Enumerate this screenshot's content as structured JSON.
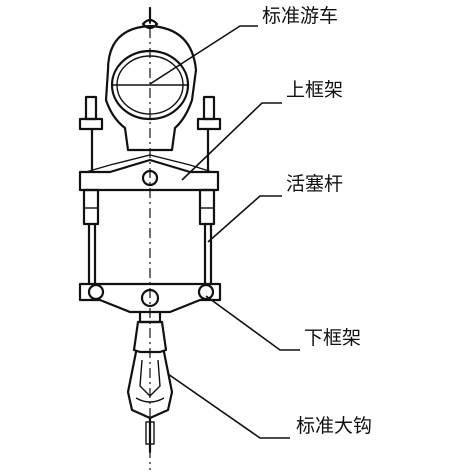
{
  "labels": {
    "standard_trolley": "标准游车",
    "upper_frame": "上框架",
    "piston_rod": "活塞杆",
    "lower_frame": "下框架",
    "standard_hook": "标准大钩"
  }
}
